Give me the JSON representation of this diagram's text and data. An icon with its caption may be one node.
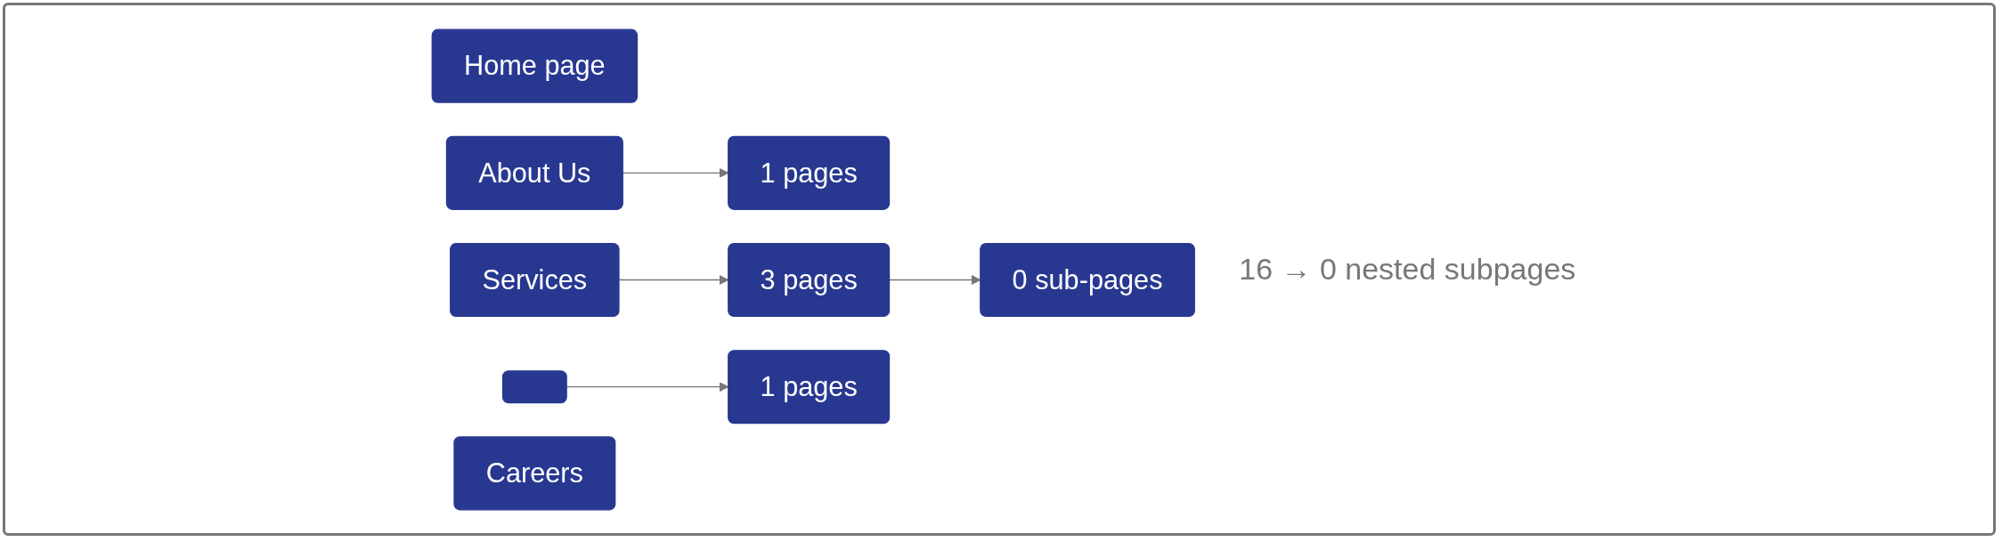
{
  "diagram": {
    "nodes": [
      {
        "text": [
          "Home page"
        ]
      },
      {
        "text": [
          "About Us"
        ]
      },
      {
        "text": [
          "1 pages"
        ]
      },
      {
        "text": [
          "Services"
        ]
      },
      {
        "text": [
          "3 pages"
        ]
      },
      {
        "text": [
          "0 sub-pages"
        ]
      },
      {
        "text": [],
        "shape": "box"
      },
      {
        "text": [
          "1 pages"
        ]
      },
      {
        "text": [
          "Careers"
        ]
      }
    ],
    "edges": [
      {
        "from": 1,
        "to": 2,
        "arrow": "to"
      },
      {
        "from": 3,
        "to": 4,
        "arrow": "to"
      },
      {
        "from": 4,
        "to": 5,
        "arrow": "to"
      },
      {
        "from": 6,
        "to": 7,
        "arrow": "to"
      }
    ],
    "labels": [
      "16 → 0 nested subpages"
    ]
  }
}
